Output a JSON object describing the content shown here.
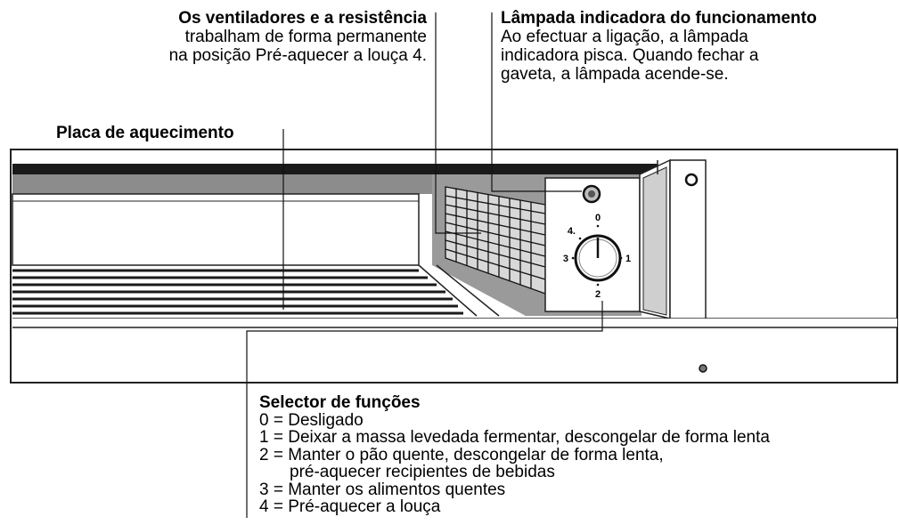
{
  "callouts": {
    "fans": {
      "title": "Os ventiladores e a resistência",
      "line1": "trabalham de forma permanente",
      "line2": "na posição Pré-aquecer a louça 4."
    },
    "lamp": {
      "title": "Lâmpada indicadora do funcionamento",
      "line1": "Ao efectuar a ligação, a lâmpada",
      "line2": "indicadora pisca. Quando fechar a",
      "line3": "gaveta, a lâmpada acende-se."
    },
    "plate": {
      "title": "Placa de aquecimento"
    },
    "selector": {
      "title": "Selector de funções",
      "items": [
        "0 = Desligado",
        "1 = Deixar a massa levedada fermentar, descongelar de forma lenta",
        "2 = Manter o pão quente, descongelar de forma lenta,",
        "pré-aquecer recipientes de bebidas",
        "3 = Manter os alimentos quentes",
        "4 = Pré-aquecer a louça"
      ]
    }
  },
  "knob": {
    "labels": [
      "0",
      "1",
      "2",
      "3",
      "4."
    ]
  }
}
